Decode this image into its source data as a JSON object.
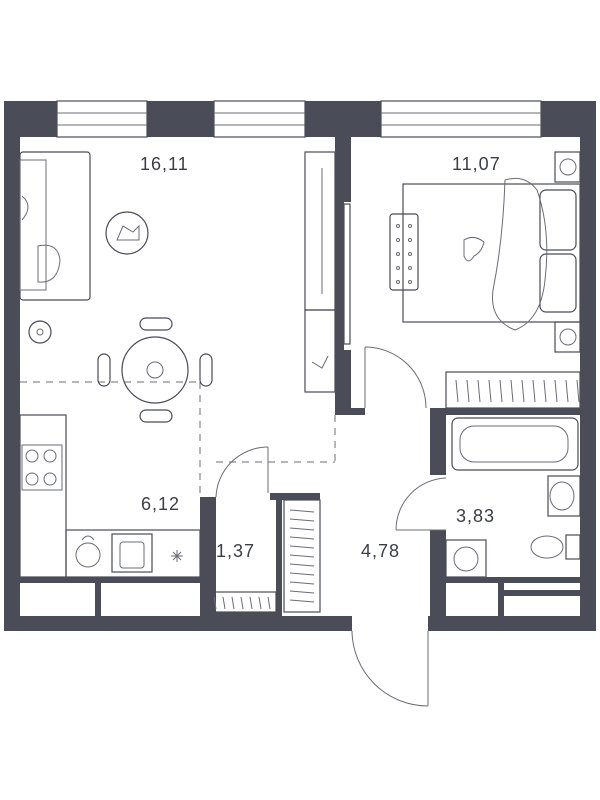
{
  "floor_plan": {
    "rooms": [
      {
        "id": "living-room",
        "area": "16,11"
      },
      {
        "id": "bedroom",
        "area": "11,07"
      },
      {
        "id": "kitchen",
        "area": "6,12"
      },
      {
        "id": "storage",
        "area": "1,37"
      },
      {
        "id": "hallway",
        "area": "4,78"
      },
      {
        "id": "bathroom",
        "area": "3,83"
      }
    ],
    "colors": {
      "wall": "#4a4c57",
      "furniture_line": "#6a6c76",
      "background": "#ffffff"
    }
  }
}
